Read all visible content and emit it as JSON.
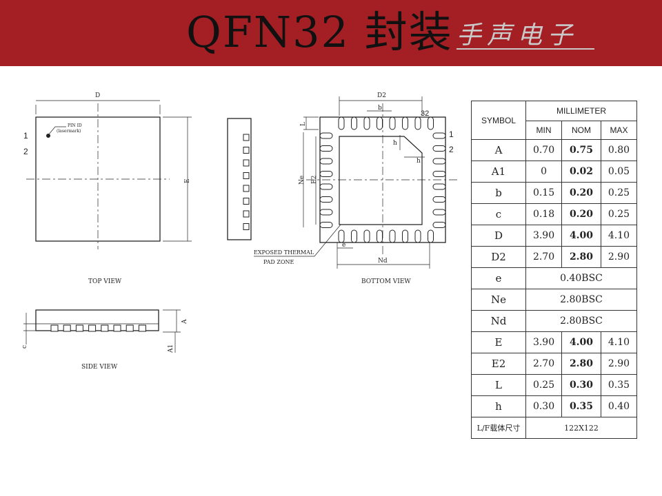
{
  "header": {
    "title": "QFN32 封装",
    "watermark": "手声电子"
  },
  "labels": {
    "top_view": "TOP VIEW",
    "side_view": "SIDE VIEW",
    "bottom_view": "BOTTOM VIEW",
    "pin_id_line1": "PIN ID",
    "pin_id_line2": "(lasermark)",
    "exposed_line1": "EXPOSED THERMAL",
    "exposed_line2": "PAD ZONE",
    "pin1": "1",
    "pin2": "2",
    "pin32": "32",
    "dim_D": "D",
    "dim_E": "E",
    "dim_A": "A",
    "dim_A1": "A1",
    "dim_c": "c",
    "dim_D2": "D2",
    "dim_E2": "E2",
    "dim_b": "b",
    "dim_L": "L",
    "dim_h": "h",
    "dim_Ne": "Ne",
    "dim_Nd": "Nd",
    "dim_e": "e"
  },
  "table": {
    "symbol_header": "SYMBOL",
    "unit_header": "MILLIMETER",
    "min_header": "MIN",
    "nom_header": "NOM",
    "max_header": "MAX",
    "rows": [
      {
        "symbol": "A",
        "min": "0.70",
        "nom": "0.75",
        "max": "0.80"
      },
      {
        "symbol": "A1",
        "min": "0",
        "nom": "0.02",
        "max": "0.05"
      },
      {
        "symbol": "b",
        "min": "0.15",
        "nom": "0.20",
        "max": "0.25"
      },
      {
        "symbol": "c",
        "min": "0.18",
        "nom": "0.20",
        "max": "0.25"
      },
      {
        "symbol": "D",
        "min": "3.90",
        "nom": "4.00",
        "max": "4.10"
      },
      {
        "symbol": "D2",
        "min": "2.70",
        "nom": "2.80",
        "max": "2.90"
      }
    ],
    "rows_merged": [
      {
        "symbol": "e",
        "value": "0.40BSC"
      },
      {
        "symbol": "Ne",
        "value": "2.80BSC"
      },
      {
        "symbol": "Nd",
        "value": "2.80BSC"
      }
    ],
    "rows_lower": [
      {
        "symbol": "E",
        "min": "3.90",
        "nom": "4.00",
        "max": "4.10"
      },
      {
        "symbol": "E2",
        "min": "2.70",
        "nom": "2.80",
        "max": "2.90"
      },
      {
        "symbol": "L",
        "min": "0.25",
        "nom": "0.30",
        "max": "0.35"
      },
      {
        "symbol": "h",
        "min": "0.30",
        "nom": "0.35",
        "max": "0.40"
      }
    ],
    "footer_label": "L/F载体尺寸",
    "footer_value": "122X122"
  }
}
